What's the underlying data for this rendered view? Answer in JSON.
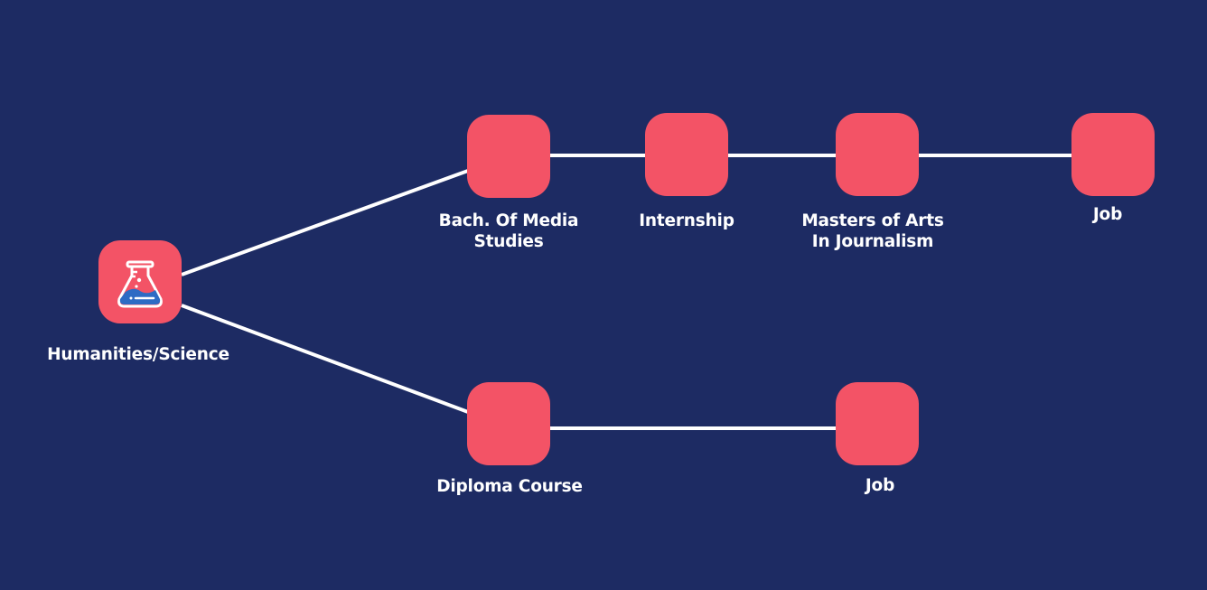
{
  "colors": {
    "background": "#1d2b63",
    "node": "#f35366",
    "connector": "#ffffff",
    "label": "#ffffff",
    "flask_liquid": "#2e6bc4"
  },
  "root": {
    "label": "Humanities/Science",
    "icon": "flask-icon"
  },
  "branches": {
    "upper": {
      "steps": [
        {
          "label": "Bach. Of Media\nStudies"
        },
        {
          "label": "Internship"
        },
        {
          "label": "Masters of Arts\nIn Journalism"
        },
        {
          "label": "Job"
        }
      ]
    },
    "lower": {
      "steps": [
        {
          "label": "Diploma Course"
        },
        {
          "label": "Job"
        }
      ]
    }
  }
}
